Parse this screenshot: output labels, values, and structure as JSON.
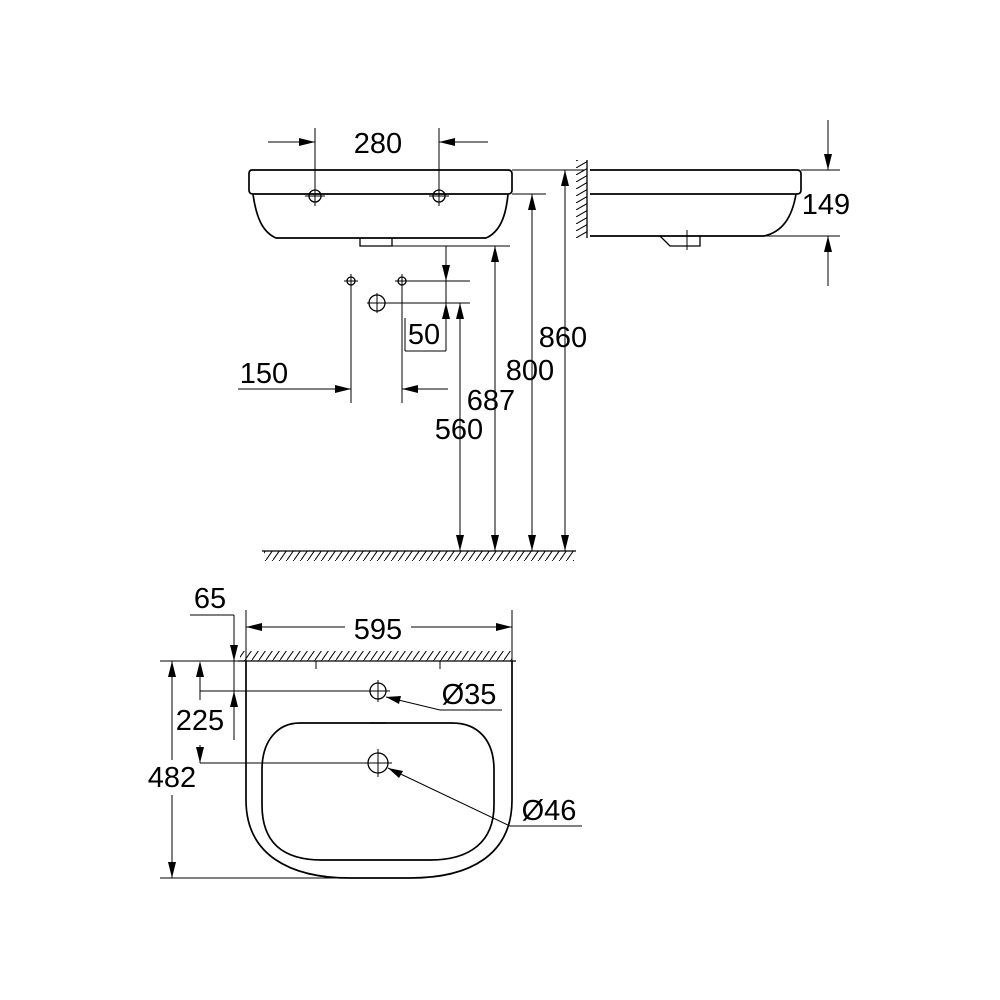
{
  "front_view": {
    "dims": {
      "tap_hole_spacing": "280",
      "side_depth": "149",
      "total_height": "860",
      "rim_height": "800",
      "waste_height": "687",
      "supply_height": "560",
      "supply_spacing": "150",
      "supply_offset": "50"
    }
  },
  "plan_view": {
    "dims": {
      "wall_offset": "65",
      "width": "595",
      "tap_hole_setback": "225",
      "projection": "482",
      "tap_hole_diameter": "Ø35",
      "waste_diameter": "Ø46"
    }
  }
}
